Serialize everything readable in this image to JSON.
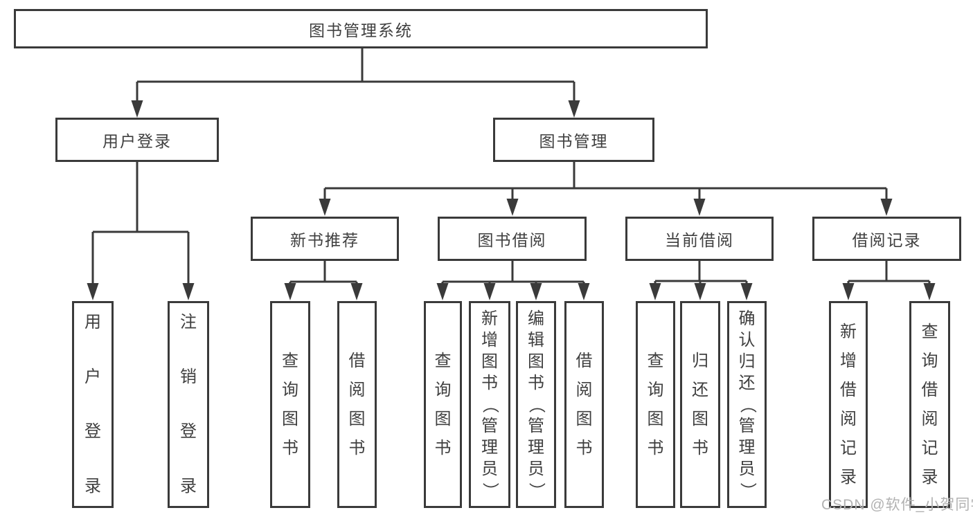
{
  "diagram": {
    "root": {
      "label": "图书管理系统"
    },
    "level2": [
      {
        "label": "用户登录"
      },
      {
        "label": "图书管理"
      }
    ],
    "level3": [
      {
        "label": "新书推荐"
      },
      {
        "label": "图书借阅"
      },
      {
        "label": "当前借阅"
      },
      {
        "label": "借阅记录"
      }
    ],
    "children": {
      "user_login": [
        "用户登录",
        "注销登录"
      ],
      "new_book_recommend": [
        "查询图书",
        "借阅图书"
      ],
      "book_borrow": [
        "查询图书",
        "新增图书（管理员）",
        "编辑图书（管理员）",
        "借阅图书"
      ],
      "current_borrow": [
        "查询图书",
        "归还图书",
        "确认归还（管理员）"
      ],
      "borrow_records": [
        "新增借阅记录",
        "查询借阅记录"
      ]
    }
  },
  "watermark": {
    "text": "CSDN @软件_小贺同学"
  },
  "colors": {
    "line": "#3a3a3a",
    "text": "#3f3f3f",
    "watermark": "#b2b2b2",
    "background": "#ffffff"
  }
}
